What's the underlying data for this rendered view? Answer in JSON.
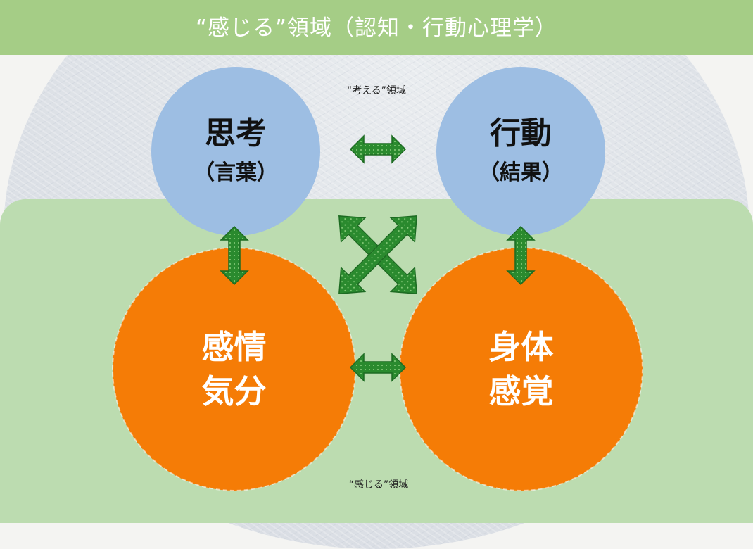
{
  "header": {
    "title": "“感じる”領域（認知・行動心理学）"
  },
  "regions": {
    "thinking": "“考える”領域",
    "feeling": "“感じる”領域"
  },
  "nodes": {
    "thought": {
      "title": "思考",
      "sub": "（言葉）"
    },
    "action": {
      "title": "行動",
      "sub": "（結果）"
    },
    "emotion": {
      "line1": "感情",
      "line2": "気分"
    },
    "body": {
      "line1": "身体",
      "line2": "感覚"
    }
  },
  "colors": {
    "header": "#a5cd86",
    "feeling_panel": "#bcdcb0",
    "blue_node": "#9dbee3",
    "orange_node": "#f57c06",
    "arrow": "#2a8a2e"
  },
  "icons": [
    "double-arrow-icon",
    "cross-arrows-icon"
  ]
}
